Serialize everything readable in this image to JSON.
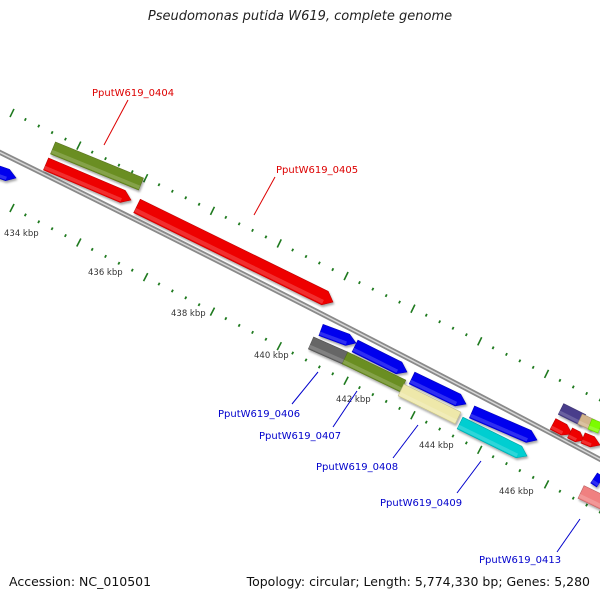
{
  "title": "Pseudomonas putida W619, complete genome",
  "footer": {
    "accession_label": "Accession:",
    "accession": "NC_010501",
    "topology_label": "Topology:",
    "topology": "circular",
    "length_label": "Length:",
    "length": "5,774,330 bp",
    "genes_label": "Genes:",
    "genes": "5,280"
  },
  "colors": {
    "backbone": "#8a8a8a",
    "tick": "#1f7a1f",
    "position_label": "#333333",
    "label_forward": "#dd0000",
    "label_reverse": "#0000cc"
  },
  "position_labels": [
    "434 kbp",
    "436 kbp",
    "438 kbp",
    "440 kbp",
    "442 kbp",
    "444 kbp",
    "446 kbp"
  ],
  "gene_labels": [
    {
      "id": "PputW619_0404",
      "strand": "forward"
    },
    {
      "id": "PputW619_0405",
      "strand": "forward"
    },
    {
      "id": "PputW619_0406",
      "strand": "reverse"
    },
    {
      "id": "PputW619_0407",
      "strand": "reverse"
    },
    {
      "id": "PputW619_0408",
      "strand": "reverse"
    },
    {
      "id": "PputW619_0409",
      "strand": "reverse"
    },
    {
      "id": "PputW619_0413",
      "strand": "reverse"
    }
  ],
  "genes_drawn": [
    {
      "name": "gene-0404",
      "color": "#6b8e23"
    },
    {
      "name": "gene-0405-a",
      "color": "#ee0000"
    },
    {
      "name": "gene-0405-b",
      "color": "#ee0000"
    },
    {
      "name": "gene-left-edge",
      "color": "#0000ee"
    },
    {
      "name": "gene-blue-1",
      "color": "#0000ee"
    },
    {
      "name": "gene-blue-2",
      "color": "#0000ee"
    },
    {
      "name": "gene-blue-3",
      "color": "#0000ee"
    },
    {
      "name": "gene-blue-4",
      "color": "#0000ee"
    },
    {
      "name": "gene-0406",
      "color": "#666666"
    },
    {
      "name": "gene-0407",
      "color": "#6b8e23"
    },
    {
      "name": "gene-0408",
      "color": "#eee8aa"
    },
    {
      "name": "gene-0409",
      "color": "#00ced1"
    },
    {
      "name": "gene-navy",
      "color": "#483d8b"
    },
    {
      "name": "gene-tan",
      "color": "#d2b48c"
    },
    {
      "name": "gene-lime",
      "color": "#7cfc00"
    },
    {
      "name": "gene-red-small-1",
      "color": "#ee0000"
    },
    {
      "name": "gene-red-small-2",
      "color": "#ee0000"
    },
    {
      "name": "gene-red-small-3",
      "color": "#ee0000"
    },
    {
      "name": "gene-blue-edge",
      "color": "#0000ee"
    },
    {
      "name": "gene-0413",
      "color": "#f08080"
    }
  ]
}
